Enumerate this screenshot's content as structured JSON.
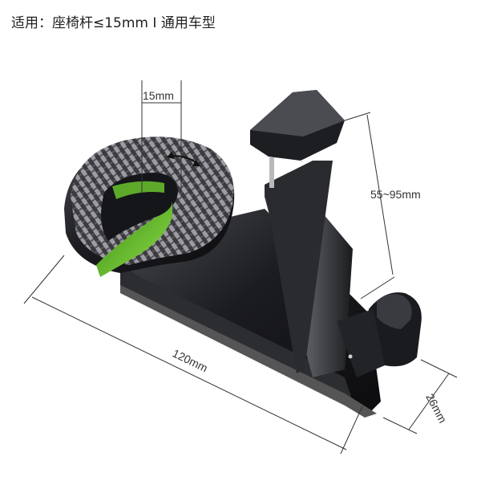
{
  "caption": "适用：座椅杆≤15mm I 通用车型",
  "dimensions": {
    "rod_gap": "15mm",
    "clamp_range": "55~95mm",
    "length": "120mm",
    "thickness": "26mm"
  },
  "colors": {
    "body": "#1c1d20",
    "carbon_light": "#9a9aa0",
    "carbon_dark": "#2a2a2e",
    "rubber_green": "#6fcf2f",
    "dimension_line": "#333333"
  }
}
